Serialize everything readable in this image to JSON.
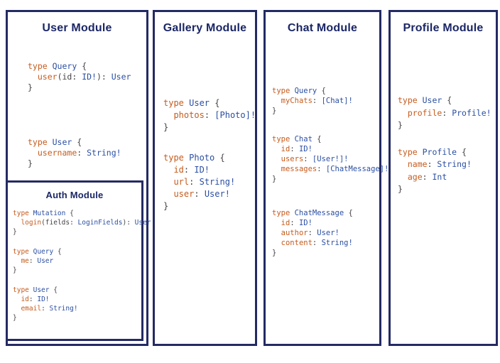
{
  "colors": {
    "border_navy": "#242a63",
    "title_navy": "#1b2766",
    "code_orange": "#c75b1d",
    "code_blue": "#2b4fa3",
    "code_punctuation": "#444444",
    "background": "#ffffff"
  },
  "panels": [
    {
      "id": "user",
      "title": "User Module",
      "blocks": [
        [
          [
            [
              "o",
              "type "
            ],
            [
              "b",
              "Query "
            ],
            [
              "d",
              "{"
            ]
          ],
          [
            [
              "d",
              "  "
            ],
            [
              "o",
              "user"
            ],
            [
              "d",
              "(id: "
            ],
            [
              "b",
              "ID!"
            ],
            [
              "d",
              "): "
            ],
            [
              "b",
              "User"
            ]
          ],
          [
            [
              "d",
              "}"
            ]
          ]
        ],
        [
          [
            [
              "o",
              "type "
            ],
            [
              "b",
              "User "
            ],
            [
              "d",
              "{"
            ]
          ],
          [
            [
              "d",
              "  "
            ],
            [
              "o",
              "username"
            ],
            [
              "d",
              ": "
            ],
            [
              "b",
              "String!"
            ]
          ],
          [
            [
              "d",
              "}"
            ]
          ]
        ]
      ]
    },
    {
      "id": "auth",
      "title": "Auth Module",
      "blocks": [
        [
          [
            [
              "o",
              "type "
            ],
            [
              "b",
              "Mutation "
            ],
            [
              "d",
              "{"
            ]
          ],
          [
            [
              "d",
              "  "
            ],
            [
              "o",
              "login"
            ],
            [
              "d",
              "(fields: "
            ],
            [
              "b",
              "LoginFields"
            ],
            [
              "d",
              "): "
            ],
            [
              "b",
              "User"
            ]
          ],
          [
            [
              "d",
              "}"
            ]
          ]
        ],
        [
          [
            [
              "o",
              "type "
            ],
            [
              "b",
              "Query "
            ],
            [
              "d",
              "{"
            ]
          ],
          [
            [
              "d",
              "  "
            ],
            [
              "o",
              "me"
            ],
            [
              "d",
              ": "
            ],
            [
              "b",
              "User"
            ]
          ],
          [
            [
              "d",
              "}"
            ]
          ]
        ],
        [
          [
            [
              "o",
              "type "
            ],
            [
              "b",
              "User "
            ],
            [
              "d",
              "{"
            ]
          ],
          [
            [
              "d",
              "  "
            ],
            [
              "o",
              "id"
            ],
            [
              "d",
              ": "
            ],
            [
              "b",
              "ID!"
            ]
          ],
          [
            [
              "d",
              "  "
            ],
            [
              "o",
              "email"
            ],
            [
              "d",
              ": "
            ],
            [
              "b",
              "String!"
            ]
          ],
          [
            [
              "d",
              "}"
            ]
          ]
        ]
      ]
    },
    {
      "id": "gallery",
      "title": "Gallery Module",
      "blocks": [
        [
          [
            [
              "o",
              "type "
            ],
            [
              "b",
              "User "
            ],
            [
              "d",
              "{"
            ]
          ],
          [
            [
              "d",
              "  "
            ],
            [
              "o",
              "photos"
            ],
            [
              "d",
              ": "
            ],
            [
              "b",
              "[Photo]!"
            ]
          ],
          [
            [
              "d",
              "}"
            ]
          ]
        ],
        [
          [
            [
              "o",
              "type "
            ],
            [
              "b",
              "Photo "
            ],
            [
              "d",
              "{"
            ]
          ],
          [
            [
              "d",
              "  "
            ],
            [
              "o",
              "id"
            ],
            [
              "d",
              ": "
            ],
            [
              "b",
              "ID!"
            ]
          ],
          [
            [
              "d",
              "  "
            ],
            [
              "o",
              "url"
            ],
            [
              "d",
              ": "
            ],
            [
              "b",
              "String!"
            ]
          ],
          [
            [
              "d",
              "  "
            ],
            [
              "o",
              "user"
            ],
            [
              "d",
              ": "
            ],
            [
              "b",
              "User!"
            ]
          ],
          [
            [
              "d",
              "}"
            ]
          ]
        ]
      ]
    },
    {
      "id": "chat",
      "title": "Chat Module",
      "blocks": [
        [
          [
            [
              "o",
              "type "
            ],
            [
              "b",
              "Query "
            ],
            [
              "d",
              "{"
            ]
          ],
          [
            [
              "d",
              "  "
            ],
            [
              "o",
              "myChats"
            ],
            [
              "d",
              ": "
            ],
            [
              "b",
              "[Chat]!"
            ]
          ],
          [
            [
              "d",
              "}"
            ]
          ]
        ],
        [
          [
            [
              "o",
              "type "
            ],
            [
              "b",
              "Chat "
            ],
            [
              "d",
              "{"
            ]
          ],
          [
            [
              "d",
              "  "
            ],
            [
              "o",
              "id"
            ],
            [
              "d",
              ": "
            ],
            [
              "b",
              "ID!"
            ]
          ],
          [
            [
              "d",
              "  "
            ],
            [
              "o",
              "users"
            ],
            [
              "d",
              ": "
            ],
            [
              "b",
              "[User!]!"
            ]
          ],
          [
            [
              "d",
              "  "
            ],
            [
              "o",
              "messages"
            ],
            [
              "d",
              ": "
            ],
            [
              "b",
              "[ChatMessage]!"
            ]
          ],
          [
            [
              "d",
              "}"
            ]
          ]
        ],
        [
          [
            [
              "o",
              "type "
            ],
            [
              "b",
              "ChatMessage "
            ],
            [
              "d",
              "{"
            ]
          ],
          [
            [
              "d",
              "  "
            ],
            [
              "o",
              "id"
            ],
            [
              "d",
              ": "
            ],
            [
              "b",
              "ID!"
            ]
          ],
          [
            [
              "d",
              "  "
            ],
            [
              "o",
              "author"
            ],
            [
              "d",
              ": "
            ],
            [
              "b",
              "User!"
            ]
          ],
          [
            [
              "d",
              "  "
            ],
            [
              "o",
              "content"
            ],
            [
              "d",
              ": "
            ],
            [
              "b",
              "String!"
            ]
          ],
          [
            [
              "d",
              "}"
            ]
          ]
        ]
      ]
    },
    {
      "id": "profile",
      "title": "Profile Module",
      "blocks": [
        [
          [
            [
              "o",
              "type "
            ],
            [
              "b",
              "User "
            ],
            [
              "d",
              "{"
            ]
          ],
          [
            [
              "d",
              "  "
            ],
            [
              "o",
              "profile"
            ],
            [
              "d",
              ": "
            ],
            [
              "b",
              "Profile!"
            ]
          ],
          [
            [
              "d",
              "}"
            ]
          ]
        ],
        [
          [
            [
              "o",
              "type "
            ],
            [
              "b",
              "Profile "
            ],
            [
              "d",
              "{"
            ]
          ],
          [
            [
              "d",
              "  "
            ],
            [
              "o",
              "name"
            ],
            [
              "d",
              ": "
            ],
            [
              "b",
              "String!"
            ]
          ],
          [
            [
              "d",
              "  "
            ],
            [
              "o",
              "age"
            ],
            [
              "d",
              ": "
            ],
            [
              "b",
              "Int"
            ]
          ],
          [
            [
              "d",
              "}"
            ]
          ]
        ]
      ]
    }
  ]
}
